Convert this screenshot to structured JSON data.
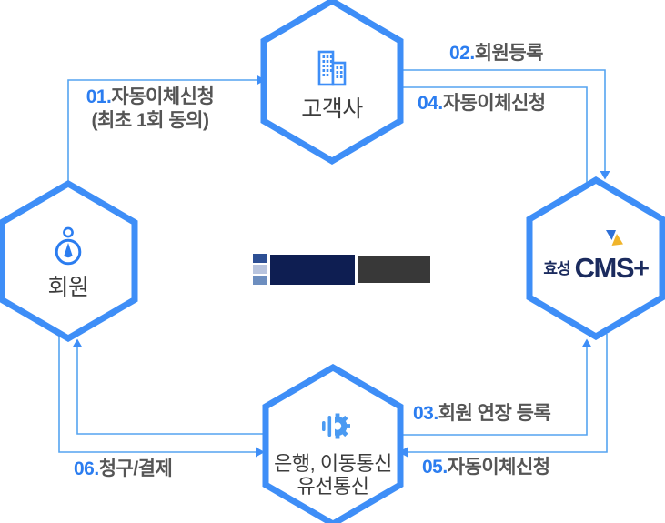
{
  "diagram_title": "Hyosung CMS+ auto debit service flow",
  "colors": {
    "hex_border": "#3e8ef7",
    "connector_line": "#55a4f0",
    "arrowhead": "#3e8ef7",
    "flow_number": "#2b7df0",
    "flow_text": "#555555",
    "node_text": "#3c3c3c",
    "brand_navy": "#1b2b5e",
    "emblem_blue": "#2e6fd6",
    "emblem_gold": "#f0b42a",
    "center_logo_navy": "#0e1e52",
    "center_logo_gray": "#383838",
    "center_logo_square_top": "#2d4f94",
    "center_logo_square_mid": "#b8c4de",
    "center_logo_square_bottom": "#6d8ebf"
  },
  "nodes": {
    "customer": {
      "label": "고객사",
      "icon": "buildings-icon"
    },
    "member": {
      "label": "회원",
      "icon": "person-icon"
    },
    "cms": {
      "brand_kor": "효성",
      "brand_eng": "CMS+",
      "icon": "hyosung-emblem-icon"
    },
    "bank": {
      "label_line1": "은행, 이동통신",
      "label_line2": "유선통신",
      "icon": "gear-signal-icon"
    }
  },
  "flows": [
    {
      "num": "01.",
      "text": "자동이체신청",
      "text2": "(최초 1회 동의)",
      "from": "회원",
      "to": "고객사"
    },
    {
      "num": "02.",
      "text": "회원등록",
      "from": "고객사",
      "to": "효성 CMS+"
    },
    {
      "num": "03.",
      "text": "회원 연장 등록",
      "from": "은행, 이동통신 유선통신",
      "to": "효성 CMS+"
    },
    {
      "num": "04.",
      "text": "자동이체신청",
      "from": "효성 CMS+",
      "to": "고객사"
    },
    {
      "num": "05.",
      "text": "자동이체신청",
      "from": "효성 CMS+",
      "to": "은행, 이동통신 유선통신"
    },
    {
      "num": "06.",
      "text": "청구/결제",
      "from": "회원",
      "to": "은행, 이동통신 유선통신"
    }
  ],
  "center_logo": {
    "name": "hyosung-logo",
    "style": "three stacked squares + navy block + gray block"
  }
}
